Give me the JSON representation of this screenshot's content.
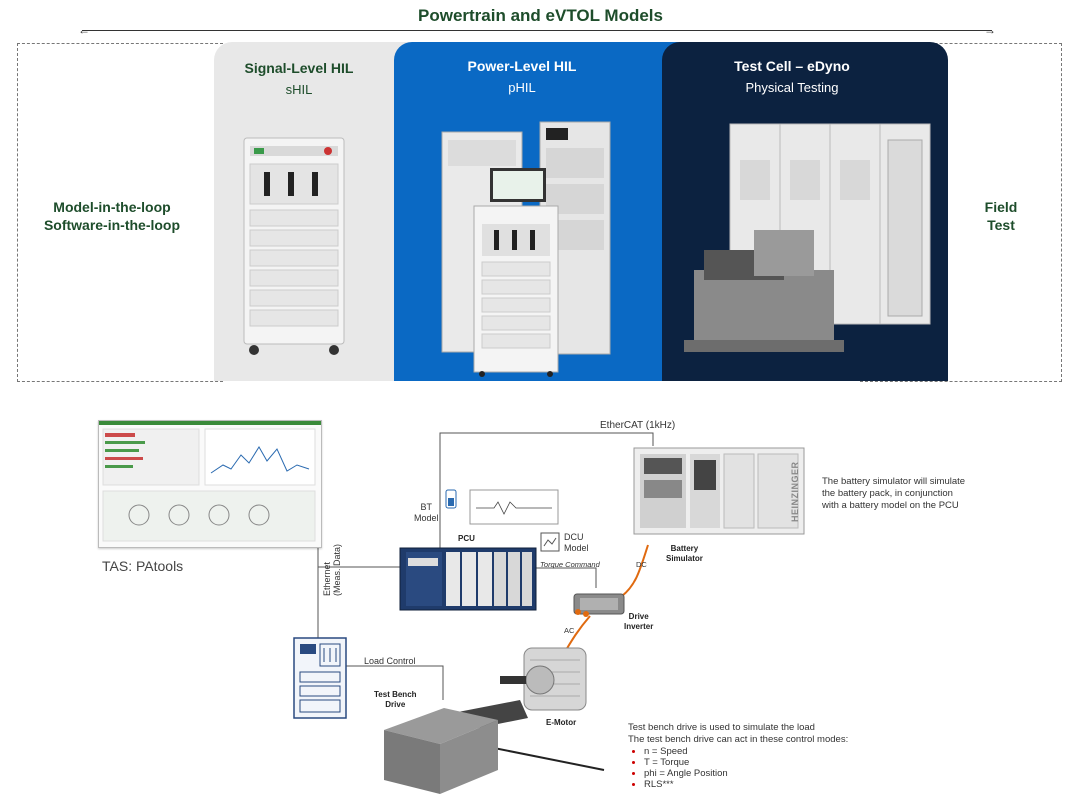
{
  "header": {
    "title": "Powertrain and eVTOL Models"
  },
  "stages": {
    "mil": {
      "line1": "Model-in-the-loop",
      "line2": "Software-in-the-loop"
    },
    "shil": {
      "title": "Signal-Level HIL",
      "subtitle": "sHIL"
    },
    "phil": {
      "title": "Power-Level HIL",
      "subtitle": "pHIL"
    },
    "dyno": {
      "title": "Test Cell – eDyno",
      "subtitle": "Physical Testing"
    },
    "field": {
      "line1": "Field",
      "line2": "Test"
    }
  },
  "diagram": {
    "tas_label": "TAS: PAtools",
    "ethercat_label": "EtherCAT (1kHz)",
    "ethernet_label_1": "Ethernet",
    "ethernet_label_2": "(Meas. Data)",
    "bt_model_1": "BT",
    "bt_model_2": "Model",
    "pcu_label": "PCU",
    "dcu_model_1": "DCU",
    "dcu_model_2": "Model",
    "torque_command": "Torque Command",
    "dc_label": "DC",
    "ac_label": "AC",
    "battery_sim_1": "Battery",
    "battery_sim_2": "Simulator",
    "drive_inverter_1": "Drive",
    "drive_inverter_2": "Inverter",
    "emotor_label": "E-Motor",
    "load_control": "Load Control",
    "test_bench_1": "Test Bench",
    "test_bench_2": "Drive",
    "heinzinger": "HEINZINGER",
    "battery_note_1": "The battery simulator will simulate",
    "battery_note_2": "the battery pack, in conjunction",
    "battery_note_3": "with a battery model on the PCU",
    "bench_note_1": "Test bench drive is used to simulate the load",
    "bench_note_2": "The test bench drive can act in these control modes:",
    "modes": [
      "n = Speed",
      "T = Torque",
      "phi = Angle Position",
      "RLS***"
    ]
  },
  "colors": {
    "title_green": "#1e4d2b",
    "shil_bg": "#e8e8e8",
    "phil_bg": "#0a69c4",
    "dyno_bg": "#0c2240",
    "cable_orange": "#e06a10"
  }
}
